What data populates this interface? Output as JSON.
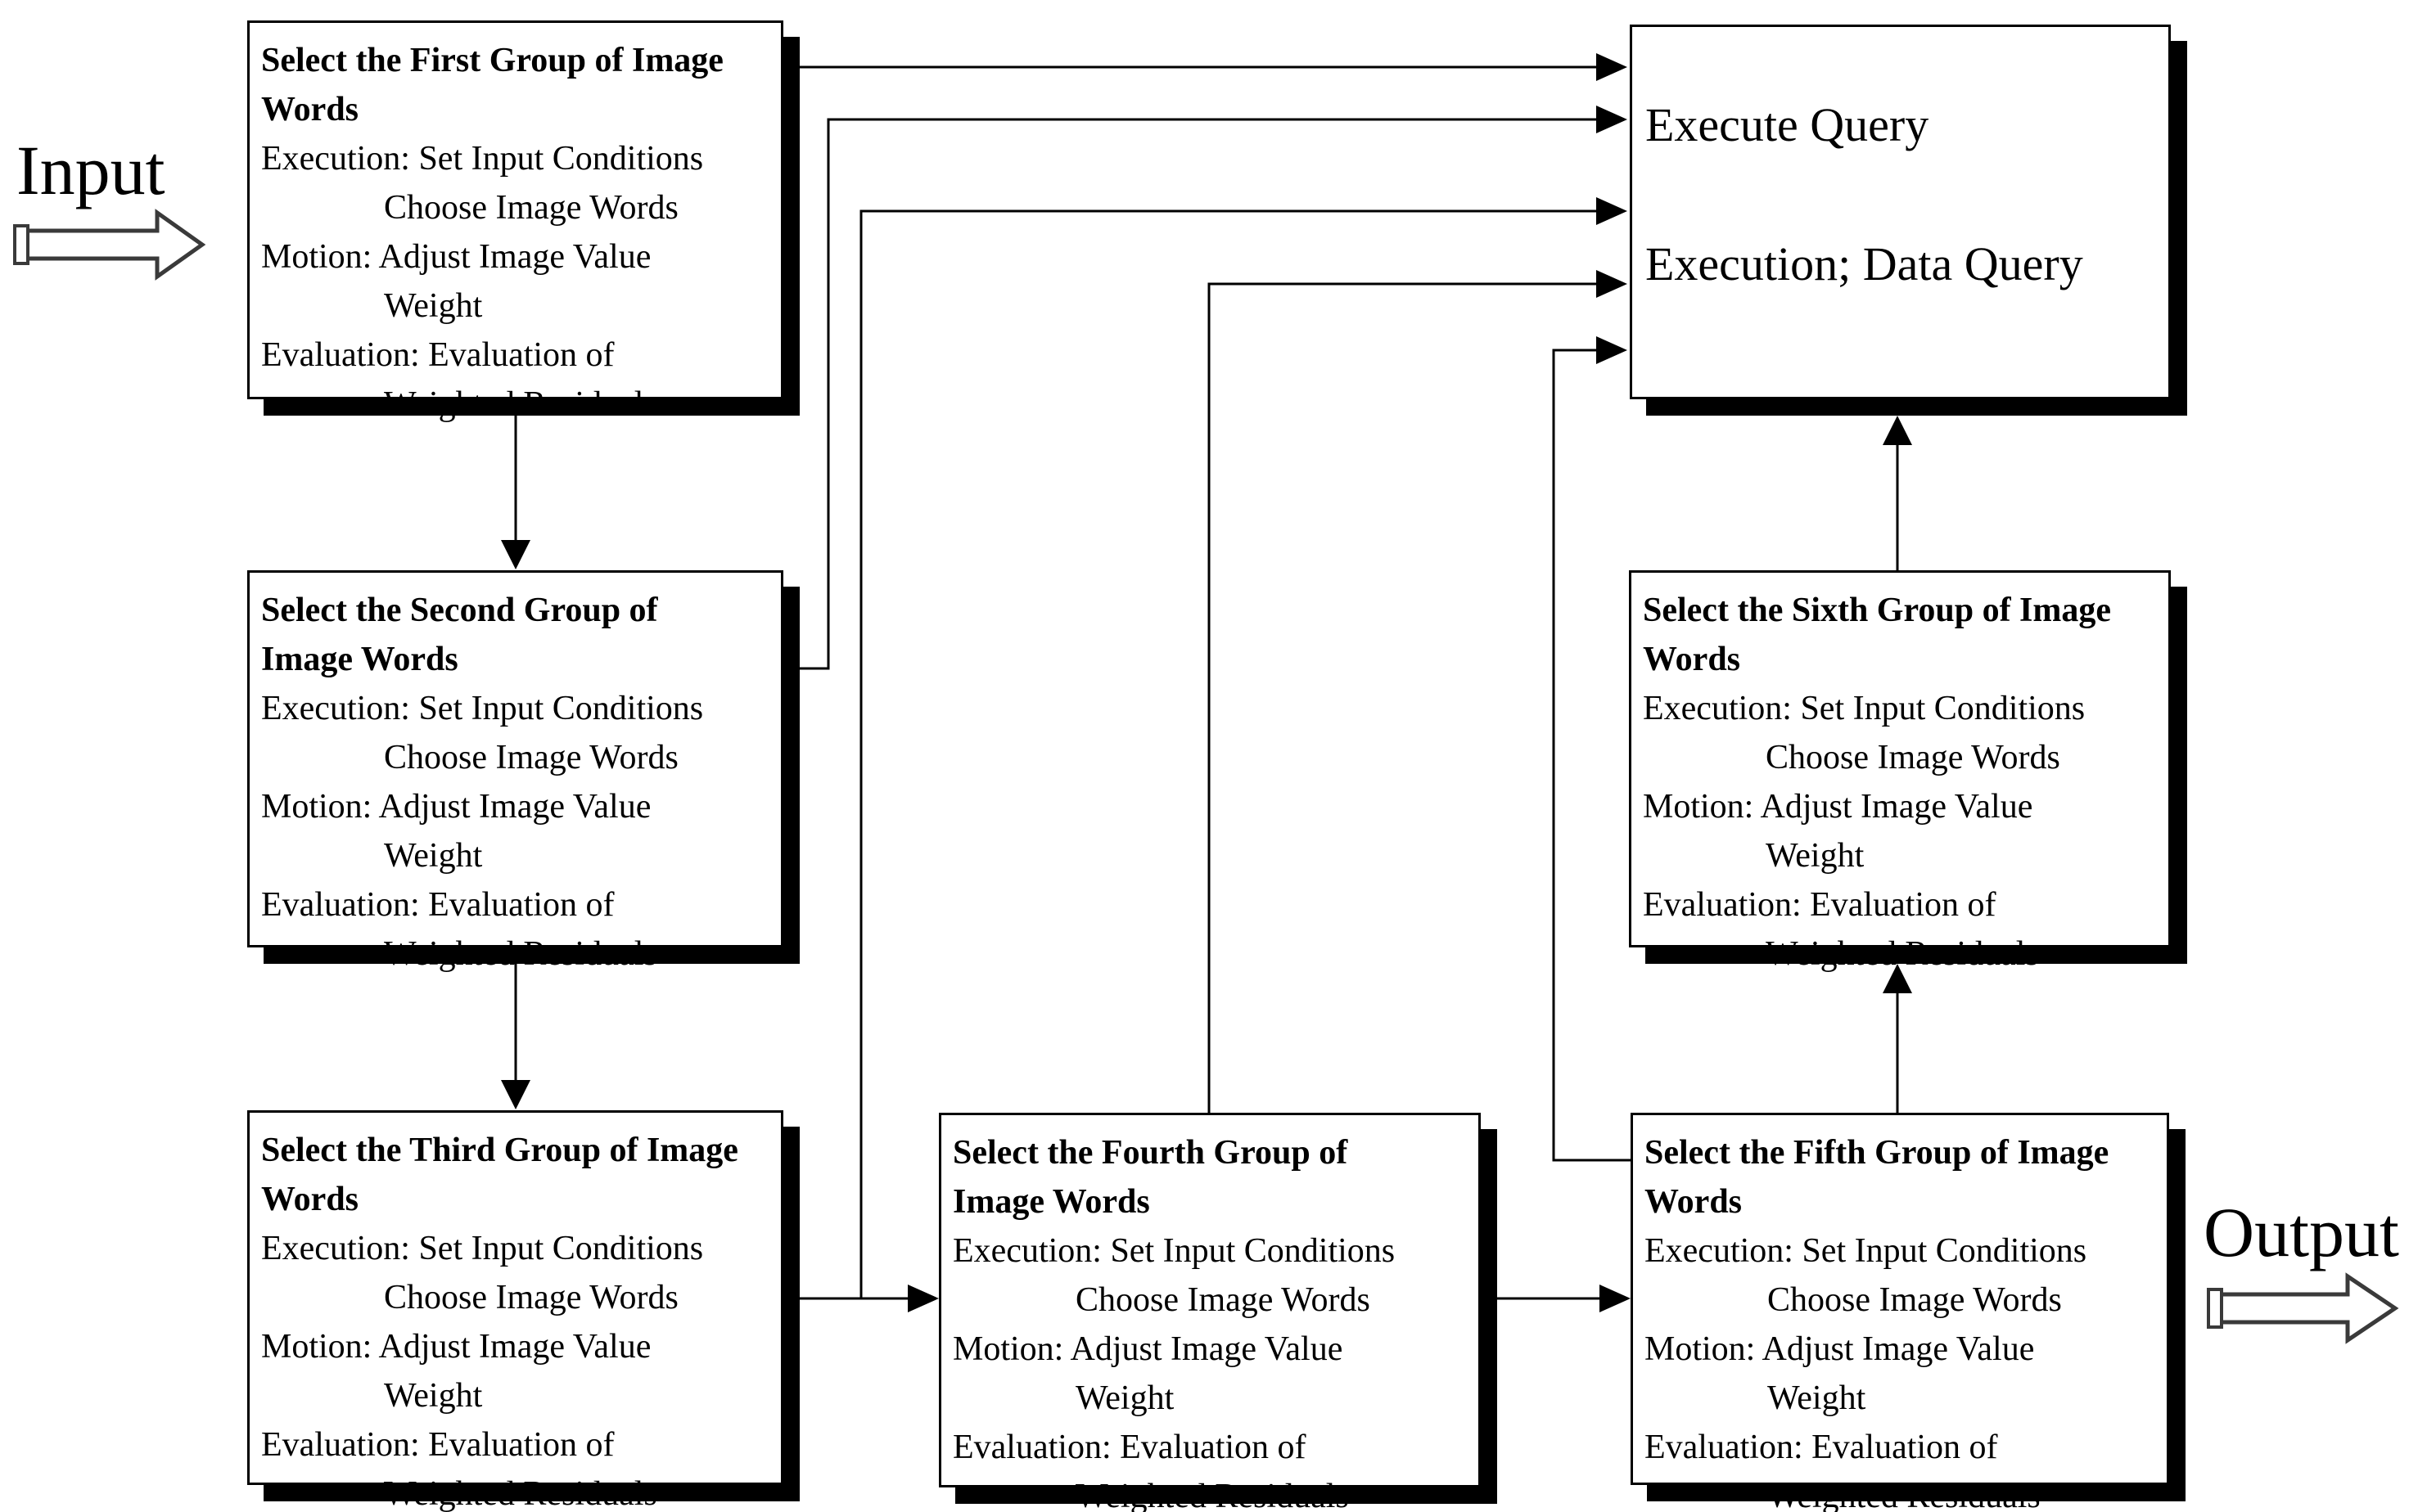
{
  "labels": {
    "input": "Input",
    "output": "Output"
  },
  "query_box": {
    "line1": "Execute Query",
    "line2": "Execution; Data Query"
  },
  "group_boxes": [
    {
      "title_line1": "Select the First Group of Image",
      "title_line2": "Words",
      "execution": "Execution: Set Input Conditions",
      "execution_sub": "Choose Image Words",
      "motion": "Motion: Adjust Image Value",
      "motion_sub": "Weight",
      "evaluation": "Evaluation: Evaluation of",
      "evaluation_sub": "Weighted Residuals"
    },
    {
      "title_line1": "Select the Second Group of",
      "title_line2": "Image Words",
      "execution": "Execution: Set Input Conditions",
      "execution_sub": "Choose Image Words",
      "motion": "Motion: Adjust Image Value",
      "motion_sub": "Weight",
      "evaluation": "Evaluation: Evaluation of",
      "evaluation_sub": "Weighted Residuals"
    },
    {
      "title_line1": "Select the Third Group of Image",
      "title_line2": "Words",
      "execution": "Execution: Set Input Conditions",
      "execution_sub": "Choose Image Words",
      "motion": "Motion: Adjust Image Value",
      "motion_sub": "Weight",
      "evaluation": "Evaluation: Evaluation of",
      "evaluation_sub": "Weighted Residuals"
    },
    {
      "title_line1": "Select the Fourth Group of",
      "title_line2": "Image Words",
      "execution": "Execution: Set Input Conditions",
      "execution_sub": "Choose Image Words",
      "motion": "Motion: Adjust Image Value",
      "motion_sub": "Weight",
      "evaluation": "Evaluation: Evaluation of",
      "evaluation_sub": "Weighted Residuals"
    },
    {
      "title_line1": "Select the Fifth Group of Image",
      "title_line2": "Words",
      "execution": "Execution: Set Input Conditions",
      "execution_sub": "Choose Image Words",
      "motion": "Motion: Adjust Image Value",
      "motion_sub": "Weight",
      "evaluation": "Evaluation: Evaluation of",
      "evaluation_sub": "Weighted Residuals"
    },
    {
      "title_line1": "Select the Sixth Group of Image",
      "title_line2": "Words",
      "execution": "Execution: Set Input Conditions",
      "execution_sub": "Choose Image Words",
      "motion": "Motion: Adjust Image Value",
      "motion_sub": "Weight",
      "evaluation": "Evaluation: Evaluation of",
      "evaluation_sub": "Weighted Residuals"
    }
  ],
  "colors": {
    "ink": "#000000",
    "paper": "#ffffff"
  }
}
